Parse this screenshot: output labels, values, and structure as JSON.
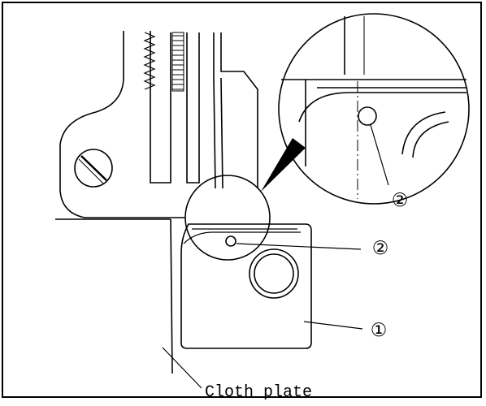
{
  "labels": {
    "part_1": "①",
    "part_2_main": "②",
    "part_2_detail": "②",
    "cloth_plate": "Cloth plate"
  },
  "colors": {
    "line": "#000000",
    "background": "#ffffff"
  }
}
